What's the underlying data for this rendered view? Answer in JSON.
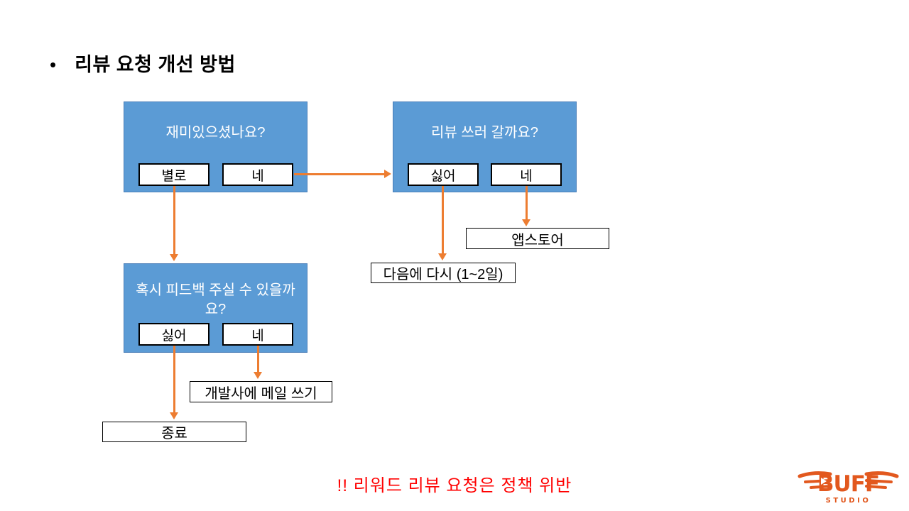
{
  "slide": {
    "title": {
      "bullet": "•",
      "text": "리뷰 요청 개선 방법"
    },
    "flowchart": {
      "q1": {
        "question": "재미있으셨나요?",
        "btn_no": "별로",
        "btn_yes": "네"
      },
      "q2": {
        "question": "리뷰 쓰러 갈까요?",
        "btn_no": "싫어",
        "btn_yes": "네"
      },
      "q3": {
        "question": "혹시 피드백 주실 수 있을까요?",
        "btn_no": "싫어",
        "btn_yes": "네"
      },
      "results": {
        "appstore": "앱스토어",
        "retry_later": "다음에 다시 (1~2일)",
        "mail_developer": "개발사에 메일 쓰기",
        "end": "종료"
      },
      "colors": {
        "question_box_fill": "#5B9BD5",
        "question_box_text": "#FFFFFF",
        "arrow": "#ED7D31",
        "button_border": "#000000"
      }
    },
    "footnote": {
      "text": "!! 리워드 리뷰 요청은 정책 위반",
      "color": "#FF0000"
    },
    "logo": {
      "brand": "BUFF",
      "subtext": "STUDIO",
      "color": "#E2581E"
    }
  }
}
